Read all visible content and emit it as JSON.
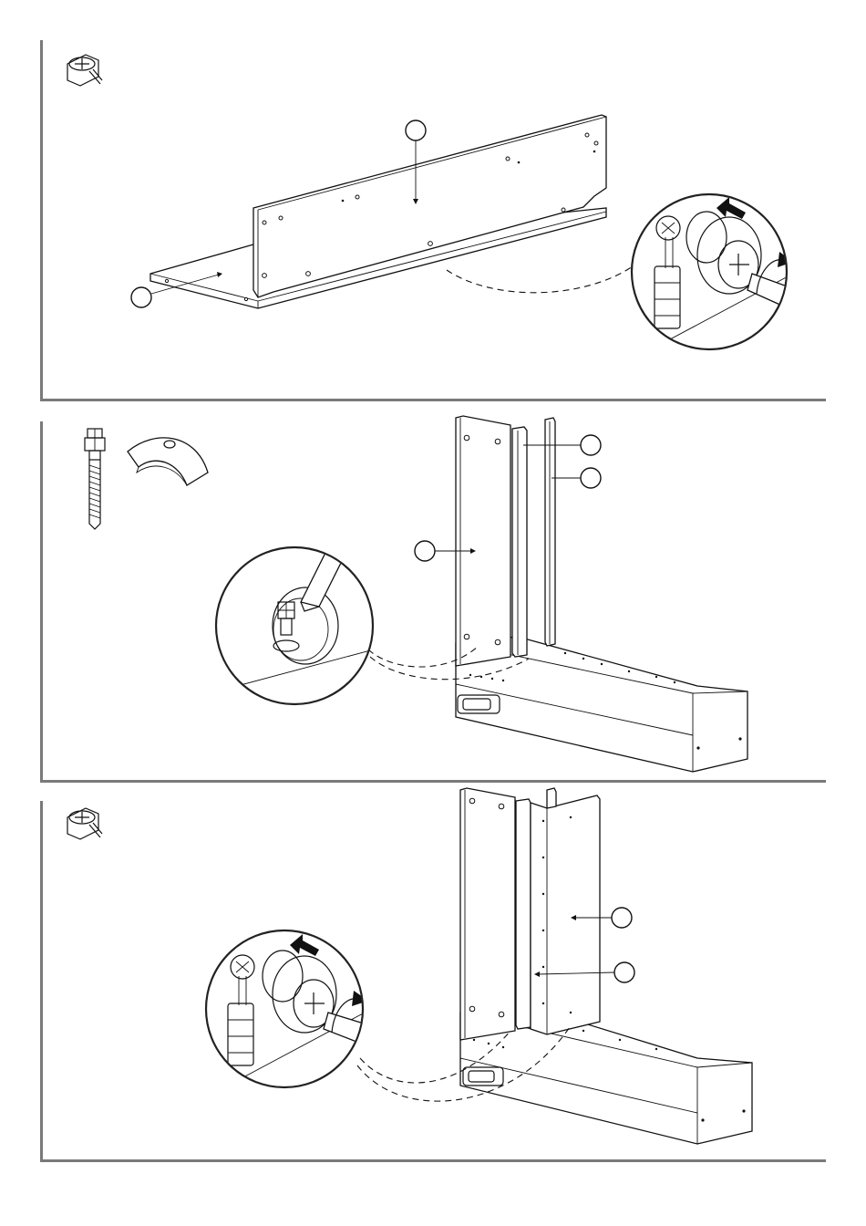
{
  "document": {
    "steps": [
      {
        "id": "step1",
        "tool_icon": "cam-lock-icon",
        "callouts": [
          "",
          ""
        ]
      },
      {
        "id": "step2",
        "parts_icons": [
          "cam-bolt-icon",
          "cam-cover-icon"
        ],
        "callouts": [
          "",
          "",
          ""
        ]
      },
      {
        "id": "step3",
        "tool_icon": "cam-lock-icon",
        "callouts": [
          "",
          ""
        ]
      }
    ]
  },
  "colors": {
    "line": "#111111",
    "border": "#7a7a7a",
    "background": "#ffffff"
  }
}
